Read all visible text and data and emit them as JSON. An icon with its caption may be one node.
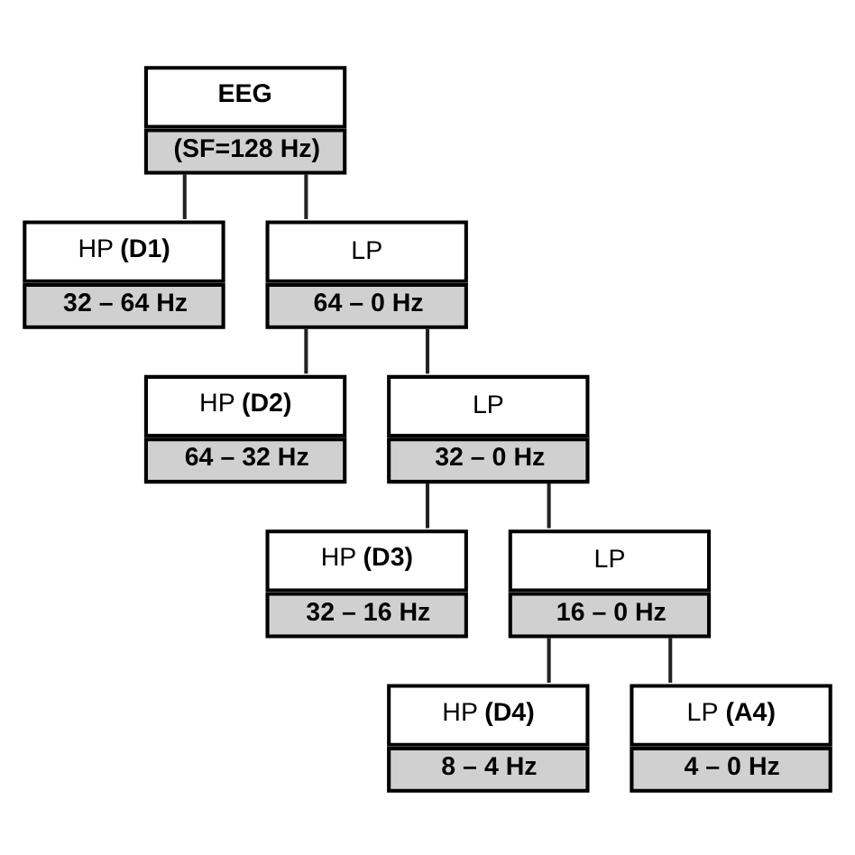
{
  "diagram": {
    "nodes": [
      {
        "text": [
          "EEG",
          "(SF=128 Hz)"
        ]
      },
      {
        "text": [
          "HP **(D1)**",
          "32 – 64 Hz"
        ]
      },
      {
        "text": [
          "LP",
          "64 – 0 Hz"
        ]
      },
      {
        "text": [
          "HP **(D2)**",
          "64 – 32 Hz"
        ]
      },
      {
        "text": [
          "LP",
          "32 – 0 Hz"
        ]
      },
      {
        "text": [
          "HP **(D3)**",
          "32 – 16 Hz"
        ]
      },
      {
        "text": [
          "LP",
          "16 – 0 Hz"
        ]
      },
      {
        "text": [
          "HP **(D4)**",
          "8 – 4 Hz"
        ]
      },
      {
        "text": [
          "LP **(A4)**",
          "4 – 0 Hz"
        ]
      }
    ],
    "edges": [
      {
        "from": 0,
        "to": 1,
        "arrow": "none"
      },
      {
        "from": 0,
        "to": 2,
        "arrow": "none"
      },
      {
        "from": 2,
        "to": 3,
        "arrow": "none"
      },
      {
        "from": 2,
        "to": 4,
        "arrow": "none"
      },
      {
        "from": 4,
        "to": 5,
        "arrow": "none"
      },
      {
        "from": 4,
        "to": 6,
        "arrow": "none"
      },
      {
        "from": 6,
        "to": 7,
        "arrow": "none"
      },
      {
        "from": 6,
        "to": 8,
        "arrow": "none"
      }
    ]
  }
}
